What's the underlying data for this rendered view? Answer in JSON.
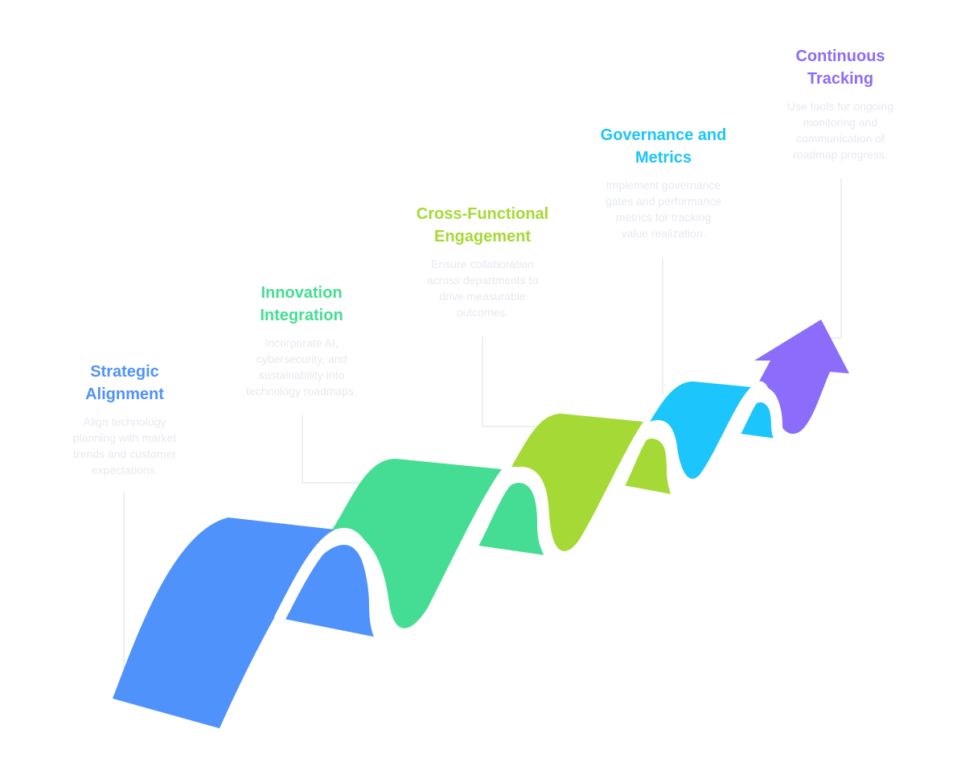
{
  "diagram": {
    "type": "staircase-ribbon-roadmap",
    "steps": [
      {
        "title_line1": "Strategic",
        "title_line2": "Alignment",
        "description_lines": [
          "Align technology",
          "planning with market",
          "trends and customer",
          "expectations."
        ],
        "color": "#4F92FB"
      },
      {
        "title_line1": "Innovation",
        "title_line2": "Integration",
        "description_lines": [
          "Incorporate AI,",
          "cybersecurity, and",
          "sustainability into",
          "technology roadmaps."
        ],
        "color": "#45DD94"
      },
      {
        "title_line1": "Cross-Functional",
        "title_line2": "Engagement",
        "description_lines": [
          "Ensure collaboration",
          "across departments to",
          "drive measurable",
          "outcomes."
        ],
        "color": "#A5D935"
      },
      {
        "title_line1": "Governance and",
        "title_line2": "Metrics",
        "description_lines": [
          "Implement governance",
          "gates and performance",
          "metrics for tracking",
          "value realization."
        ],
        "color": "#1CC5FB"
      },
      {
        "title_line1": "Continuous",
        "title_line2": "Tracking",
        "description_lines": [
          "Use tools for ongoing",
          "monitoring and",
          "communication of",
          "roadmap progress."
        ],
        "color": "#8B6CFB"
      }
    ],
    "connector_color": "#ECEFF3",
    "description_color": "#E6E9EF"
  }
}
